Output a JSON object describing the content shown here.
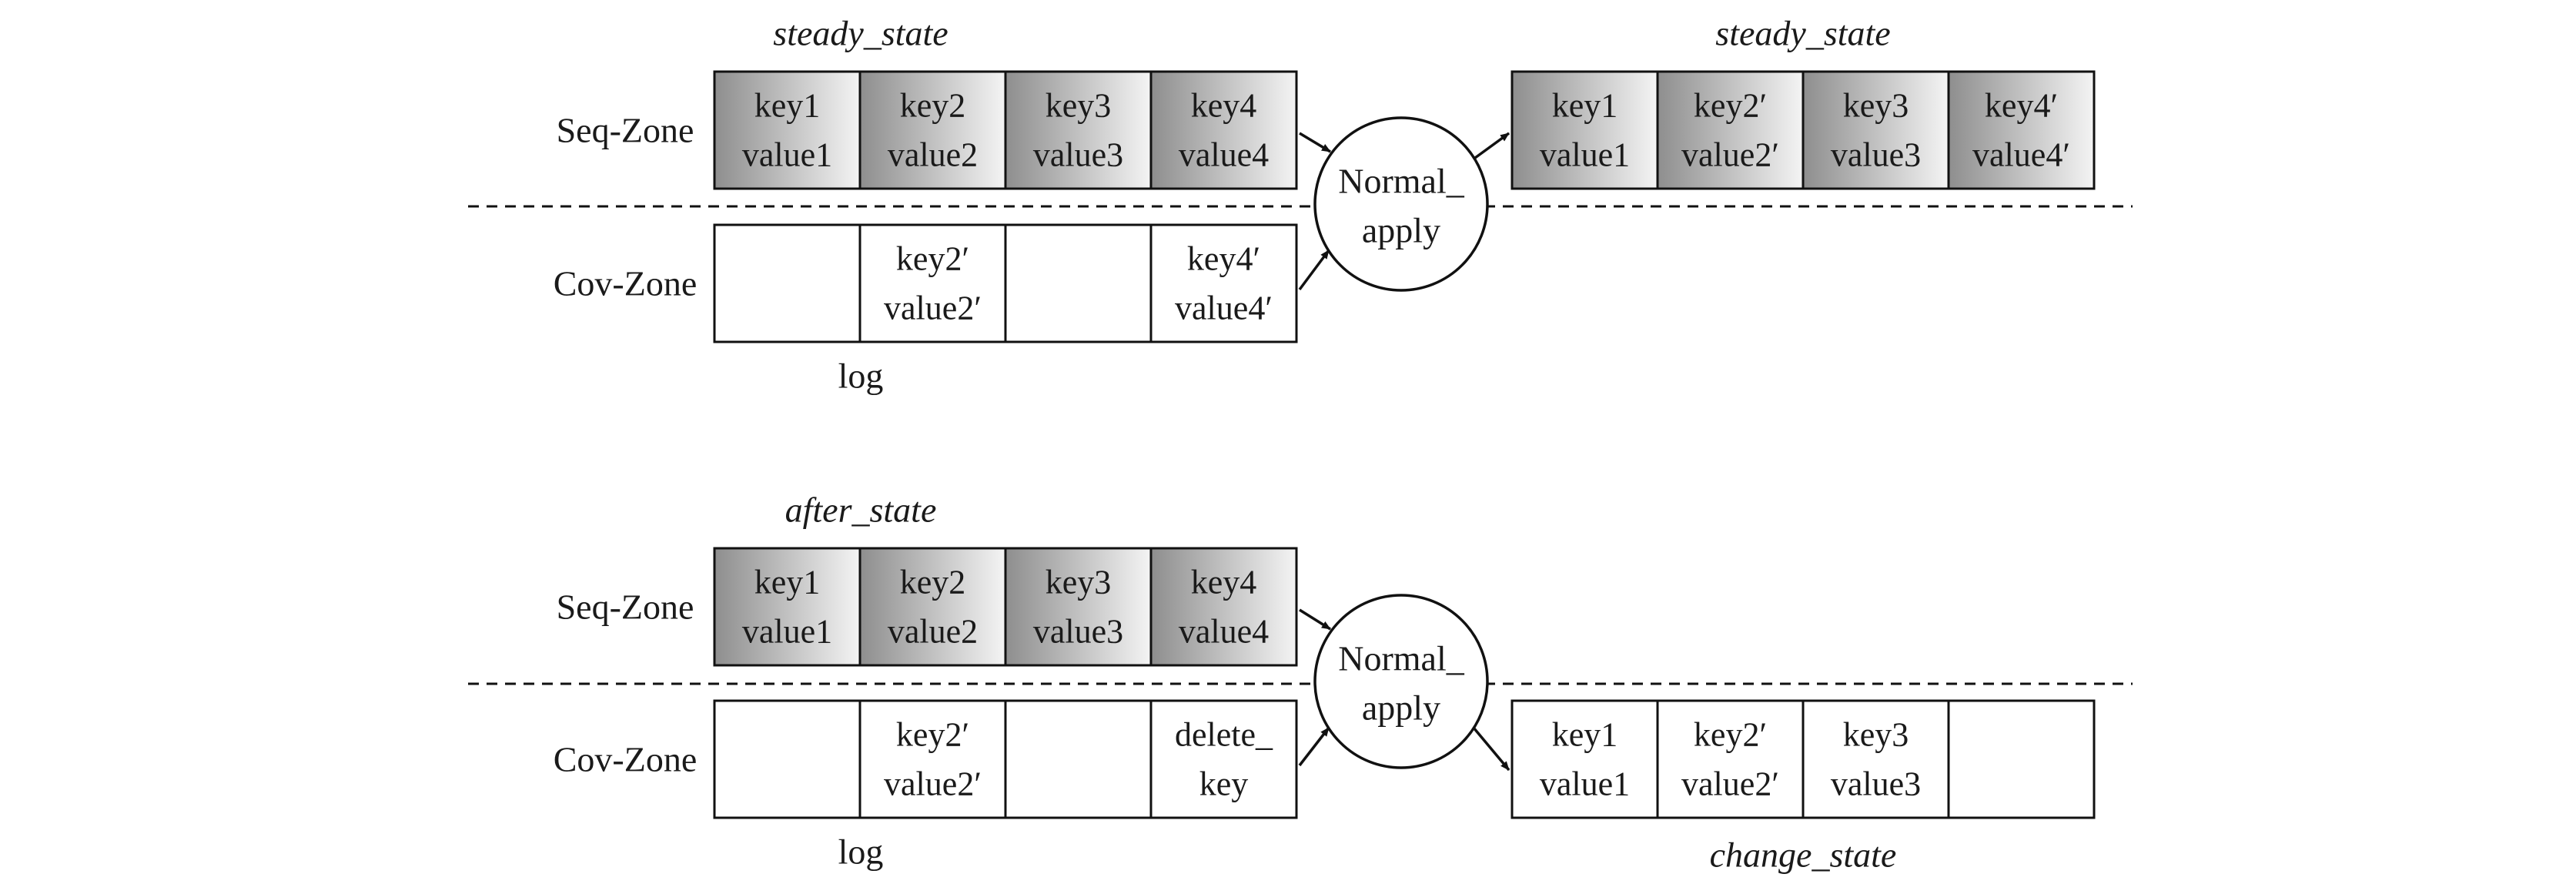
{
  "colors": {
    "shaded_dark": "#8e8e8e",
    "shaded_light": "#f4f4f4",
    "stroke": "#111111",
    "white": "#ffffff"
  },
  "panels": [
    {
      "id": "top",
      "seq_zone_label": "Seq-Zone",
      "cov_zone_label": "Cov-Zone",
      "seq_state_label": "steady_state",
      "cov_log_label": "log",
      "output_label": "steady_state",
      "operation": {
        "line1": "Normal_",
        "line2": "apply"
      },
      "seq_cells": [
        {
          "line1": "key1",
          "line2": "value1",
          "shaded": true
        },
        {
          "line1": "key2",
          "line2": "value2",
          "shaded": true
        },
        {
          "line1": "key3",
          "line2": "value3",
          "shaded": true
        },
        {
          "line1": "key4",
          "line2": "value4",
          "shaded": true
        }
      ],
      "cov_cells": [
        {
          "line1": "",
          "line2": "",
          "shaded": false
        },
        {
          "line1": "key2′",
          "line2": "value2′",
          "shaded": false
        },
        {
          "line1": "",
          "line2": "",
          "shaded": false
        },
        {
          "line1": "key4′",
          "line2": "value4′",
          "shaded": false
        }
      ],
      "output_cells": [
        {
          "line1": "key1",
          "line2": "value1",
          "shaded": true
        },
        {
          "line1": "key2′",
          "line2": "value2′",
          "shaded": true
        },
        {
          "line1": "key3",
          "line2": "value3",
          "shaded": true
        },
        {
          "line1": "key4′",
          "line2": "value4′",
          "shaded": true
        }
      ]
    },
    {
      "id": "bottom",
      "seq_zone_label": "Seq-Zone",
      "cov_zone_label": "Cov-Zone",
      "seq_state_label": "after_state",
      "cov_log_label": "log",
      "output_label": "change_state",
      "operation": {
        "line1": "Normal_",
        "line2": "apply"
      },
      "seq_cells": [
        {
          "line1": "key1",
          "line2": "value1",
          "shaded": true
        },
        {
          "line1": "key2",
          "line2": "value2",
          "shaded": true
        },
        {
          "line1": "key3",
          "line2": "value3",
          "shaded": true
        },
        {
          "line1": "key4",
          "line2": "value4",
          "shaded": true
        }
      ],
      "cov_cells": [
        {
          "line1": "",
          "line2": "",
          "shaded": false
        },
        {
          "line1": "key2′",
          "line2": "value2′",
          "shaded": false
        },
        {
          "line1": "",
          "line2": "",
          "shaded": false
        },
        {
          "line1": "delete_",
          "line2": "key",
          "shaded": false
        }
      ],
      "output_cells": [
        {
          "line1": "key1",
          "line2": "value1",
          "shaded": false
        },
        {
          "line1": "key2′",
          "line2": "value2′",
          "shaded": false
        },
        {
          "line1": "key3",
          "line2": "value3",
          "shaded": false
        },
        {
          "line1": "",
          "line2": "",
          "shaded": false
        }
      ]
    }
  ]
}
